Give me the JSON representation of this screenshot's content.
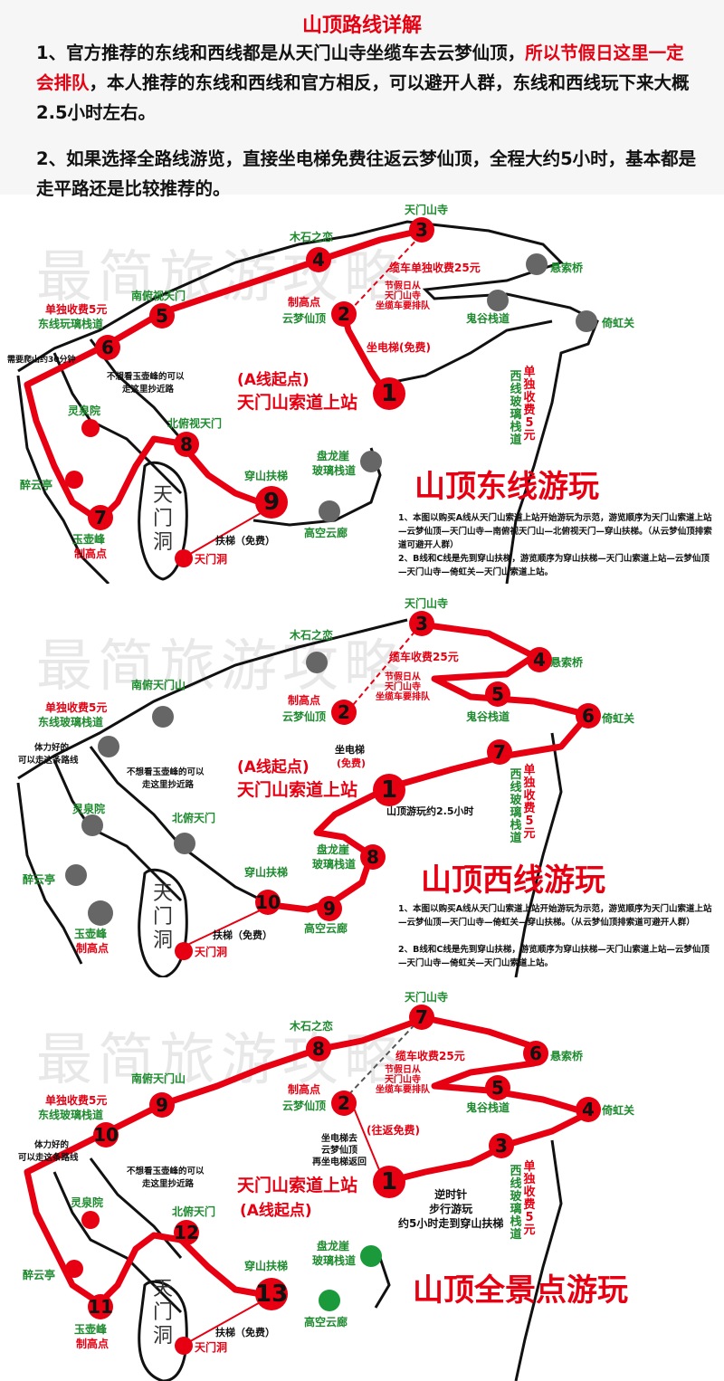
{
  "header": {
    "title": "山顶路线详解",
    "p1_a": "1、官方推荐的东线和西线都是从天门山寺坐缆车去云梦仙顶，",
    "p1_b": "所以节假日这里一定会排队",
    "p1_c": "，本人推荐的东线和西线和官方相反，可以避开人群，东线和西线玩下来大概2.5小时左右。",
    "p2": "2、如果选择全路线游览，直接坐电梯免费往返云梦仙顶，全程大约5小时，基本都是走平路还是比较推荐的。"
  },
  "watermark": "最简旅游攻略",
  "panels": [
    {
      "title": "山顶东线游玩",
      "start_a": "(A线起点)",
      "start_b": "天门山索道上站",
      "cave": [
        "天",
        "门",
        "洞"
      ],
      "labels": {
        "temple": "天门山寺",
        "wood": "木石之恋",
        "cable": "缆车单独收费25元",
        "suspend": "悬索桥",
        "holiday": [
          "节假日从",
          "天门山寺",
          "坐缆车要排队"
        ],
        "high": "制高点",
        "yunmeng": "云梦仙顶",
        "ghost": "鬼谷栈道",
        "yihong": "倚虹关",
        "south": "南俯视天门",
        "glass_a": "单独收费5元",
        "glass_b": "东线玩璃栈道",
        "climb": "需要爬山约30分钟",
        "shortcut_a": "不想看玉壶峰的可以",
        "shortcut_b": "走这里抄近路",
        "lingquan": "灵泉院",
        "north": "北俯视天门",
        "elevator": "坐电梯(免费)",
        "zuiyun": "醉云亭",
        "panlong_a": "盘龙崖",
        "panlong_b": "玻璃栈道",
        "escalator": "穿山扶梯",
        "yuhu_a": "玉壶峰",
        "yuhu_b": "制高点",
        "escalator_free": "扶梯（免费）",
        "tianmen_cave": "天门洞",
        "corridor": "高空云廊",
        "east_glass": "西线玻璃栈道",
        "east_fee": "单独收费5元"
      },
      "notes": [
        "1、本图以购买A线从天门山索道上站开始游玩为示范，游览顺序为天门山索道上站—云梦仙顶—天门山寺—南俯视天门山—北俯视天门—穿山扶梯。（从云梦仙顶排索道可避开人群）",
        "2、B线和C线是先到穿山扶梯，游览顺序为穿山扶梯—天门山索道上站—云梦仙顶—天门山寺—倚虹关—天门山索道上站。"
      ],
      "numbers": [
        "1",
        "2",
        "3",
        "4",
        "5",
        "6",
        "7",
        "8",
        "9"
      ]
    },
    {
      "title": "山顶西线游玩",
      "start_a": "(A线起点)",
      "start_b": "天门山索道上站",
      "cave": [
        "天",
        "门",
        "洞"
      ],
      "labels": {
        "temple": "天门山寺",
        "wood": "木石之恋",
        "cable": "缆车收费25元",
        "suspend": "悬索桥",
        "holiday": [
          "节假日从",
          "天门山寺",
          "坐缆车要排队"
        ],
        "high": "制高点",
        "yunmeng": "云梦仙顶",
        "ghost": "鬼谷栈道",
        "yihong": "倚虹关",
        "south": "南俯天门山",
        "glass_a": "单独收费5元",
        "glass_b": "东线玻璃栈道",
        "climb_a": "体力好的",
        "climb_b": "可以走这条路线",
        "shortcut_a": "不想看玉壶峰的可以",
        "shortcut_b": "走这里抄近路",
        "lingquan": "灵泉院",
        "north": "北俯天门",
        "elevator_a": "坐电梯",
        "elevator_b": "(免费)",
        "zuiyun": "醉云亭",
        "panlong_a": "盘龙崖",
        "panlong_b": "玻璃栈道",
        "escalator": "穿山扶梯",
        "yuhu_a": "玉壶峰",
        "yuhu_b": "制高点",
        "escalator_free": "扶梯（免费）",
        "tianmen_cave": "天门洞",
        "corridor": "高空云廊",
        "tour_time": "山顶游玩约2.5小时",
        "east_glass": "西线玻璃栈道",
        "east_fee": "单独收费5元"
      },
      "notes": [
        "1、本图以购买A线从天门山索道上站开始游玩为示范，游览顺序为天门山索道上站—云梦仙顶—天门山寺—倚虹关—穿山扶梯。（从云梦仙顶排索道可避开人群）",
        "2、B线和C线是先到穿山扶梯，游览顺序为穿山扶梯—天门山索道上站—云梦仙顶—天门山寺—倚虹关—天门山索道上站。"
      ],
      "numbers": [
        "1",
        "2",
        "3",
        "4",
        "5",
        "6",
        "7",
        "8",
        "9",
        "10"
      ]
    },
    {
      "title": "山顶全景点游玩",
      "start_a": "(A线起点)",
      "start_b": "天门山索道上站",
      "cave": [
        "天",
        "门",
        "洞"
      ],
      "labels": {
        "temple": "天门山寺",
        "wood": "木石之恋",
        "cable": "缆车收费25元",
        "suspend": "悬索桥",
        "holiday": [
          "节假日从",
          "天门山寺",
          "坐缆车要排队"
        ],
        "high": "制高点",
        "yunmeng": "云梦仙顶",
        "ghost": "鬼谷栈道",
        "yihong": "倚虹关",
        "south": "南俯天门山",
        "glass_a": "单独收费5元",
        "glass_b": "东线玻璃栈道",
        "climb_a": "体力好的",
        "climb_b": "可以走这条路线",
        "shortcut_a": "不想看玉壶峰的可以",
        "shortcut_b": "走这里抄近路",
        "lingquan": "灵泉院",
        "north": "北俯天门",
        "elevator": [
          "坐电梯去",
          "云梦仙顶",
          "再坐电梯返回"
        ],
        "round_free": "(往返免费)",
        "zuiyun": "醉云亭",
        "panlong_a": "盘龙崖",
        "panlong_b": "玻璃栈道",
        "escalator": "穿山扶梯",
        "yuhu_a": "玉壶峰",
        "yuhu_b": "制高点",
        "escalator_free": "扶梯（免费）",
        "tianmen_cave": "天门洞",
        "corridor": "高空云廊",
        "walk": [
          "逆时针",
          "步行游玩",
          "约5小时走到穿山扶梯"
        ],
        "east_glass": "西线玻璃栈道",
        "east_fee": "单独收费5元"
      },
      "numbers": [
        "1",
        "2",
        "3",
        "4",
        "5",
        "6",
        "7",
        "8",
        "9",
        "10",
        "11",
        "12",
        "13"
      ]
    }
  ]
}
